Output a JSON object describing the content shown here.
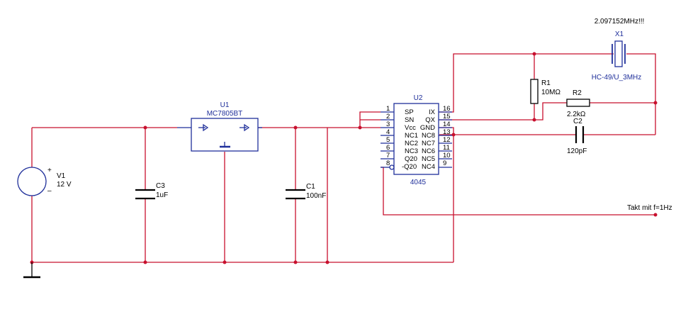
{
  "components": {
    "v1": {
      "ref": "V1",
      "value": "12 V"
    },
    "c3": {
      "ref": "C3",
      "value": "1uF"
    },
    "u1": {
      "ref": "U1",
      "part": "MC7805BT"
    },
    "c1": {
      "ref": "C1",
      "value": "100nF"
    },
    "u2": {
      "ref": "U2",
      "part": "4045",
      "left_pins": [
        {
          "num": "1",
          "name": "SP"
        },
        {
          "num": "2",
          "name": "SN"
        },
        {
          "num": "3",
          "name": "Vcc"
        },
        {
          "num": "4",
          "name": "NC1"
        },
        {
          "num": "5",
          "name": "NC2"
        },
        {
          "num": "6",
          "name": "NC3"
        },
        {
          "num": "7",
          "name": "Q20"
        },
        {
          "num": "8",
          "name": "-Q20"
        }
      ],
      "right_pins": [
        {
          "num": "16",
          "name": "IX"
        },
        {
          "num": "15",
          "name": "QX"
        },
        {
          "num": "14",
          "name": "GND"
        },
        {
          "num": "13",
          "name": "NC8"
        },
        {
          "num": "12",
          "name": "NC7"
        },
        {
          "num": "11",
          "name": "NC6"
        },
        {
          "num": "10",
          "name": "NC5"
        },
        {
          "num": "9",
          "name": "NC4"
        }
      ]
    },
    "r1": {
      "ref": "R1",
      "value": "10MΩ"
    },
    "r2": {
      "ref": "R2",
      "value": "2.2kΩ"
    },
    "c2": {
      "ref": "C2",
      "value": "120pF"
    },
    "x1": {
      "ref": "X1",
      "part": "HC-49/U_3MHz",
      "note": "2.097152MHz!!!"
    }
  },
  "output_label": "Takt mit f=1Hz",
  "colors": {
    "wire": "#c8102e",
    "component": "#1f2f9a",
    "background": "#ffffff"
  }
}
